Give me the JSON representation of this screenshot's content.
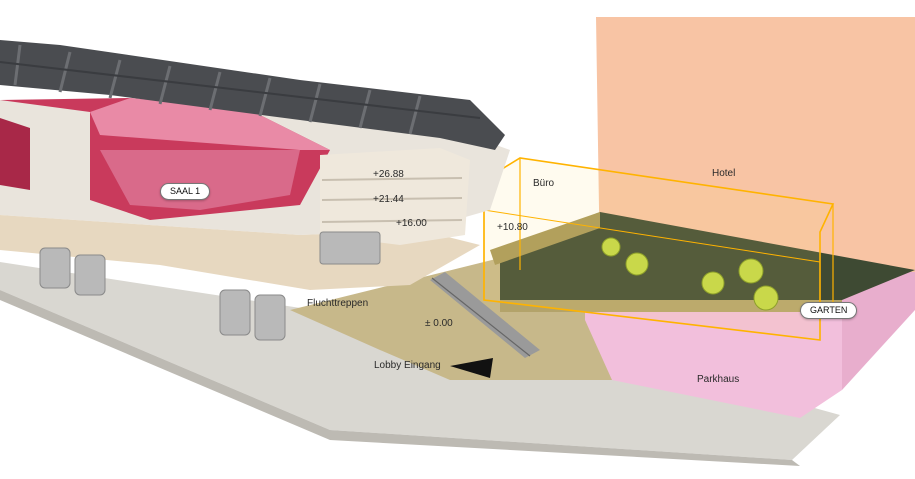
{
  "labels": {
    "hotel": "Hotel",
    "buero": "Büro",
    "saal": "SAAL 1",
    "garten": "GARTEN",
    "parkhaus": "Parkhaus",
    "lobby": "Lobby Eingang",
    "fluchttreppen": "Fluchttreppen",
    "level_2688": "+26.88",
    "level_2144": "+21.44",
    "level_1600": "+16.00",
    "level_1080": "+10.80",
    "level_000": "± 0.00"
  },
  "colors": {
    "hotel": "#f8c4a4",
    "parkhaus": "#f2bfdc",
    "saal": "#c93a5c",
    "saal_light": "#e98aa6",
    "roof": "#4a4c50",
    "ground": "#d8d6d0",
    "garden": "#3e4a33",
    "deck": "#b3a36a",
    "outline": "#ffb300",
    "tree": "#c9d84a",
    "lobby": "#c7b88a"
  }
}
